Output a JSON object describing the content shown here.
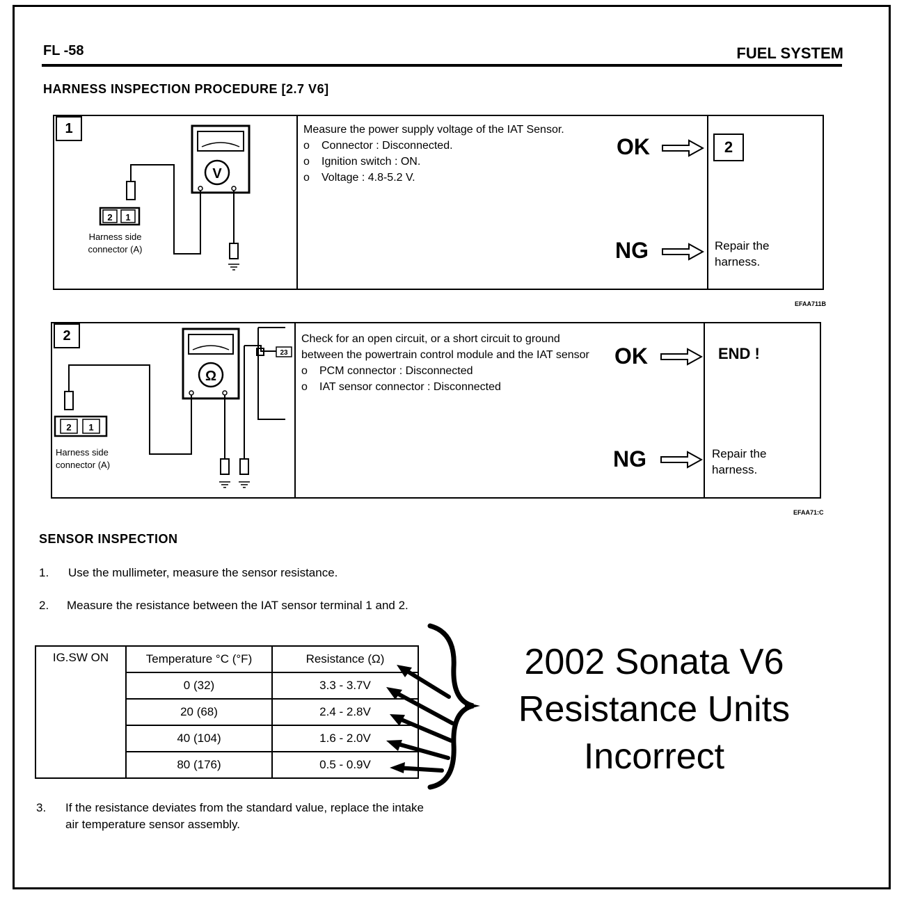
{
  "header": {
    "page_number": "FL -58",
    "section": "FUEL SYSTEM"
  },
  "harness": {
    "title": "HARNESS INSPECTION PROCEDURE [2.7 V6]",
    "steps": [
      {
        "number": "1",
        "connector_pins": [
          "2",
          "1"
        ],
        "connector_label": "Harness side\nconnector (A)",
        "meter_symbol": "V",
        "description": "Measure the power supply voltage of the IAT Sensor.",
        "items": [
          "Connector : Disconnected.",
          "Ignition switch : ON.",
          "Voltage : 4.8-5.2 V."
        ],
        "ok_label": "OK",
        "ok_result": "2",
        "ng_label": "NG",
        "ng_result": "Repair the harness.",
        "figure_code": "EFAA711B"
      },
      {
        "number": "2",
        "connector_pins": [
          "2",
          "1"
        ],
        "connector_label": "Harness side\nconnector (A)",
        "meter_symbol": "Ω",
        "pcm_pin": "23",
        "description": "Check for an open circuit, or a short circuit to ground between the powertrain control module and the IAT sensor",
        "items": [
          "PCM connector : Disconnected",
          "IAT sensor connector : Disconnected"
        ],
        "ok_label": "OK",
        "ok_result": "END !",
        "ng_label": "NG",
        "ng_result": "Repair the harness.",
        "figure_code": "EFAA71:C"
      }
    ]
  },
  "sensor": {
    "title": "SENSOR INSPECTION",
    "steps": [
      {
        "n": "1.",
        "text": "Use the mullimeter, measure the sensor resistance."
      },
      {
        "n": "2.",
        "text": "Measure the resistance between the IAT sensor terminal 1 and 2."
      },
      {
        "n": "3.",
        "text": "If the resistance deviates from the standard value, replace the intake air temperature sensor assembly."
      }
    ],
    "table": {
      "condition": "IG.SW ON",
      "headers": [
        "Temperature °C (°F)",
        "Resistance (Ω)"
      ],
      "rows": [
        {
          "temp": "0 (32)",
          "resistance": "3.3 - 3.7V"
        },
        {
          "temp": "20 (68)",
          "resistance": "2.4 - 2.8V"
        },
        {
          "temp": "40 (104)",
          "resistance": "1.6 - 2.0V"
        },
        {
          "temp": "80 (176)",
          "resistance": "0.5 - 0.9V"
        }
      ]
    }
  },
  "annotation": {
    "lines": [
      "2002 Sonata V6",
      "Resistance Units",
      "Incorrect"
    ]
  }
}
